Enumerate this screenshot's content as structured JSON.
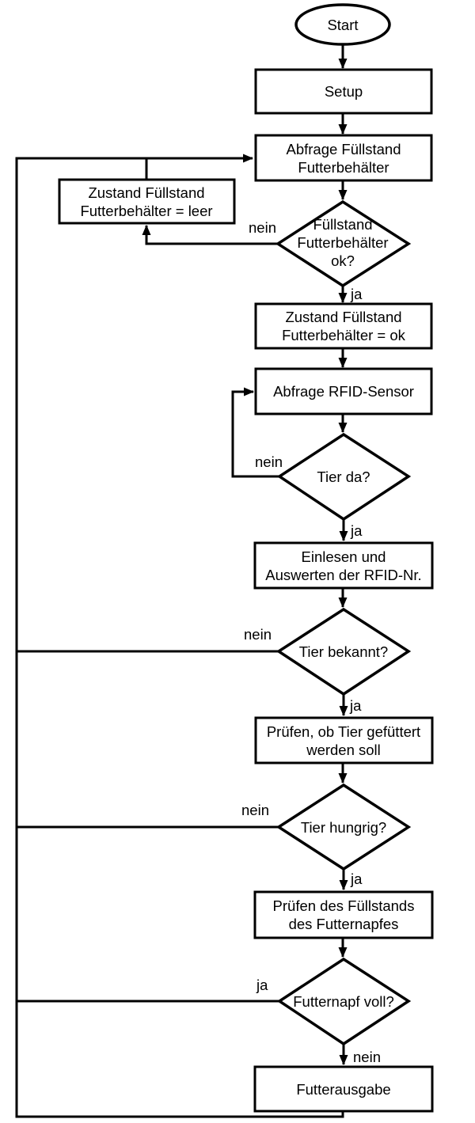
{
  "flowchart": {
    "nodes": {
      "start": {
        "label": "Start"
      },
      "setup": {
        "label": "Setup"
      },
      "query_fill": {
        "lines": [
          "Abfrage Füllstand",
          "Futterbehälter"
        ]
      },
      "state_empty": {
        "lines": [
          "Zustand Füllstand",
          "Futterbehälter = leer"
        ]
      },
      "decision_fill_ok": {
        "lines": [
          "Füllstand",
          "Futterbehälter",
          "ok?"
        ]
      },
      "state_ok": {
        "lines": [
          "Zustand Füllstand",
          "Futterbehälter = ok"
        ]
      },
      "query_rfid": {
        "label": "Abfrage RFID-Sensor"
      },
      "decision_animal_present": {
        "label": "Tier da?"
      },
      "read_rfid": {
        "lines": [
          "Einlesen und",
          "Auswerten der RFID-Nr."
        ]
      },
      "decision_animal_known": {
        "label": "Tier bekannt?"
      },
      "check_feeding": {
        "lines": [
          "Prüfen, ob Tier gefüttert",
          "werden soll"
        ]
      },
      "decision_animal_hungry": {
        "label": "Tier hungrig?"
      },
      "check_bowl": {
        "lines": [
          "Prüfen des Füllstands",
          "des Futternapfes"
        ]
      },
      "decision_bowl_full": {
        "label": "Futternapf voll?"
      },
      "dispense_food": {
        "label": "Futterausgabe"
      }
    },
    "edge_labels": {
      "fill_ok_no": "nein",
      "fill_ok_yes": "ja",
      "animal_present_no": "nein",
      "animal_present_yes": "ja",
      "animal_known_no": "nein",
      "animal_known_yes": "ja",
      "animal_hungry_no": "nein",
      "animal_hungry_yes": "ja",
      "bowl_full_yes": "ja",
      "bowl_full_no": "nein"
    },
    "colors": {
      "stroke": "#000000",
      "background": "#ffffff"
    }
  }
}
